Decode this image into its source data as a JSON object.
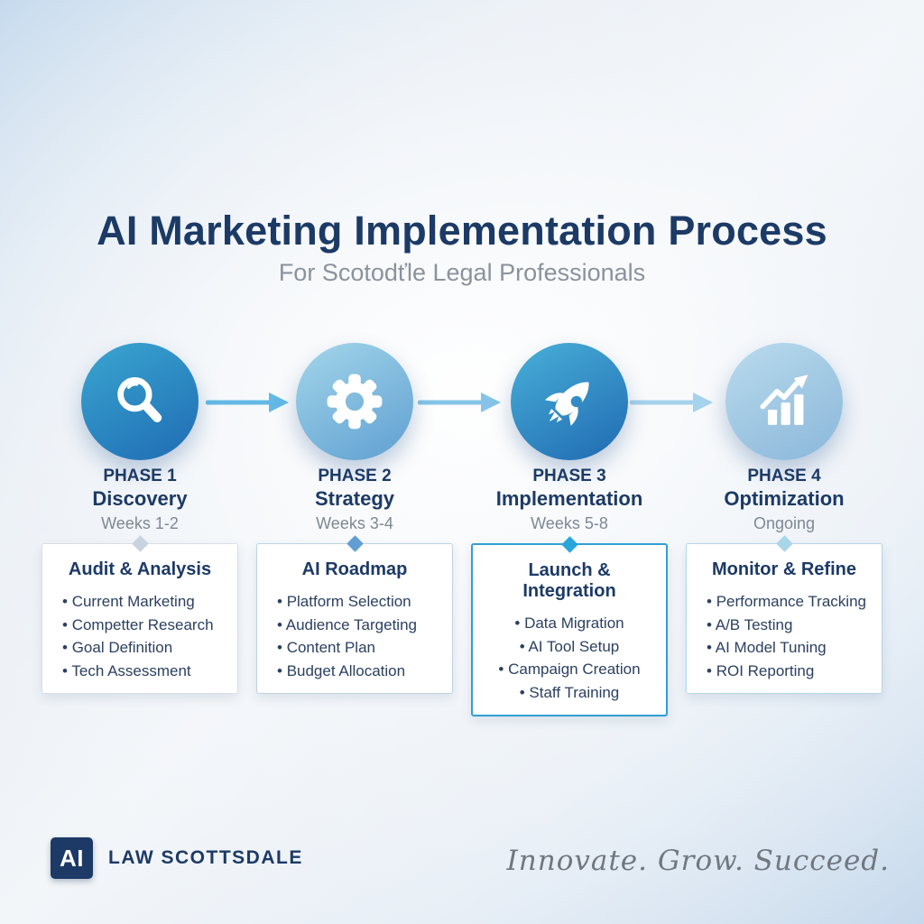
{
  "header": {
    "title": "AI Marketing Implementation Process",
    "subtitle": "For Scotodťle Legal Professionals"
  },
  "phases": [
    {
      "kicker": "PHASE 1",
      "name": "Discovery",
      "duration": "Weeks 1-2",
      "icon": "magnifier-icon",
      "colors": {
        "circle_from": "#3aa6d0",
        "circle_to": "#1f6cb4",
        "diamond": "#c9d3dd",
        "card_border": "#d9dee4",
        "arrow": "#62b9e6"
      },
      "card": {
        "title": "Audit & Analysis",
        "items": [
          "Current Marketing",
          "Competter Research",
          "Goal Definition",
          "Tech Assessment"
        ]
      }
    },
    {
      "kicker": "PHASE 2",
      "name": "Strategy",
      "duration": "Weeks 3-4",
      "icon": "gear-icon",
      "colors": {
        "circle_from": "#a3d6e9",
        "circle_to": "#5f9fd2",
        "diamond": "#609dd2",
        "card_border": "#bdd3e4",
        "arrow": "#85c4e8"
      },
      "card": {
        "title": "AI Roadmap",
        "items": [
          "Platform Selection",
          "Audience Targeting",
          "Content Plan",
          "Budget Allocation"
        ]
      }
    },
    {
      "kicker": "PHASE 3",
      "name": "Implementation",
      "duration": "Weeks 5-8",
      "icon": "rocket-icon",
      "colors": {
        "circle_from": "#49b0d8",
        "circle_to": "#1f6ab2",
        "diamond": "#28a5da",
        "card_border": "#2f9fd4",
        "arrow": "#a5d2ec"
      },
      "card": {
        "title": "Launch & Integration",
        "items": [
          "Data Migration",
          "AI Tool Setup",
          "Campaign Creation",
          "Staff Training"
        ]
      }
    },
    {
      "kicker": "PHASE 4",
      "name": "Optimization",
      "duration": "Ongoing",
      "icon": "chart-growth-icon",
      "colors": {
        "circle_from": "#b9dbed",
        "circle_to": "#8bb7da",
        "diamond": "#a9d5ea",
        "card_border": "#b4d6e8"
      },
      "card": {
        "title": "Monitor & Refine",
        "items": [
          "Performance Tracking",
          "A/B Testing",
          "AI Model Tuning",
          "ROI Reporting"
        ]
      }
    }
  ],
  "footer": {
    "logo_text": "AI",
    "brand": "LAW SCOTTSDALE",
    "tagline": "Innovate. Grow. Succeed."
  }
}
